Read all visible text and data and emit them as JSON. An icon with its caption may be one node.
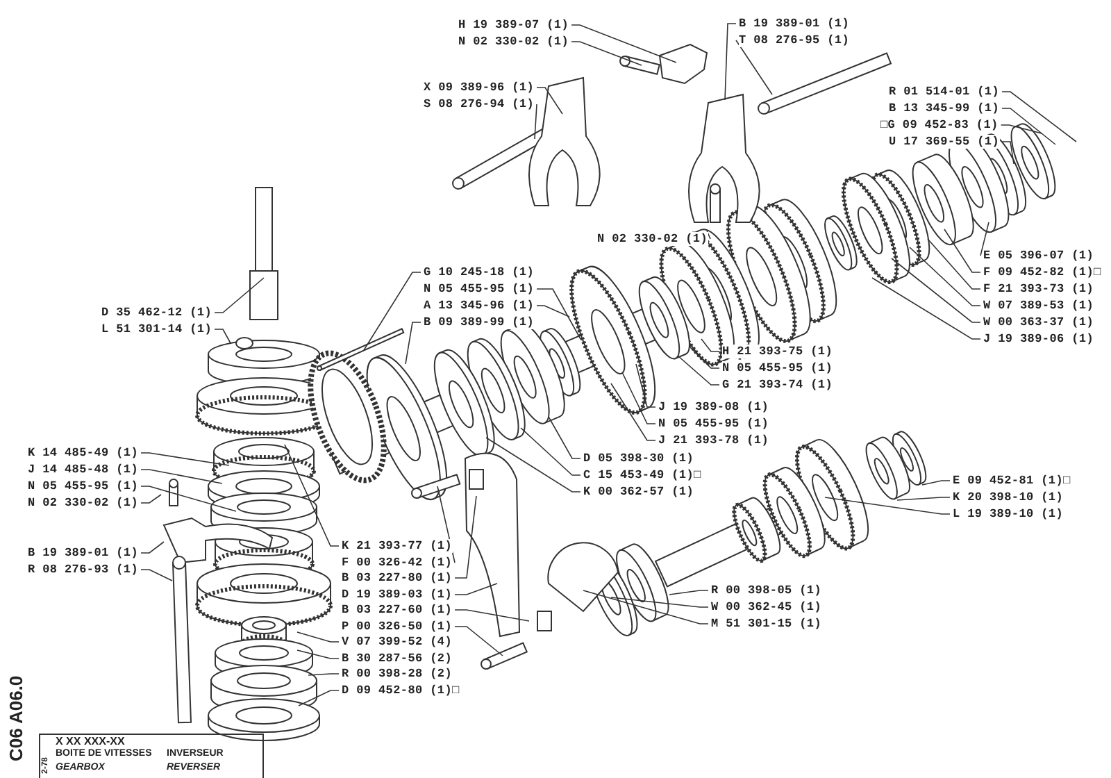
{
  "diagram": {
    "nodes": [
      {
        "text": [
          "H 19 389-07 (1)"
        ]
      },
      {
        "text": [
          "N 02 330-02 (1)"
        ]
      },
      {
        "text": [
          "B 19 389-01 (1)"
        ]
      },
      {
        "text": [
          "T 08 276-95 (1)"
        ]
      },
      {
        "text": [
          "X 09 389-96 (1)"
        ]
      },
      {
        "text": [
          "S 08 276-94 (1)"
        ]
      },
      {
        "text": [
          "N 02 330-02 (1)"
        ]
      },
      {
        "text": [
          "R 01 514-01 (1)"
        ]
      },
      {
        "text": [
          "B 13 345-99 (1)"
        ]
      },
      {
        "text": [
          "□G 09 452-83 (1)"
        ]
      },
      {
        "text": [
          "U 17 369-55 (1)"
        ]
      },
      {
        "text": [
          "E 05 396-07 (1)"
        ]
      },
      {
        "text": [
          "F 09 452-82 (1)□"
        ]
      },
      {
        "text": [
          "F 21 393-73 (1)"
        ]
      },
      {
        "text": [
          "W 07 389-53 (1)"
        ]
      },
      {
        "text": [
          "W 00 363-37 (1)"
        ]
      },
      {
        "text": [
          "J 19 389-06 (1)"
        ]
      },
      {
        "text": [
          "G 10 245-18 (1)"
        ]
      },
      {
        "text": [
          "N 05 455-95 (1)"
        ]
      },
      {
        "text": [
          "A 13 345-96 (1)"
        ]
      },
      {
        "text": [
          "B 09 389-99 (1)"
        ]
      },
      {
        "text": [
          "H 21 393-75 (1)"
        ]
      },
      {
        "text": [
          "N 05 455-95 (1)"
        ]
      },
      {
        "text": [
          "G 21 393-74 (1)"
        ]
      },
      {
        "text": [
          "J 19 389-08 (1)"
        ]
      },
      {
        "text": [
          "N 05 455-95 (1)"
        ]
      },
      {
        "text": [
          "J 21 393-78 (1)"
        ]
      },
      {
        "text": [
          "D 05 398-30 (1)"
        ]
      },
      {
        "text": [
          "C 15 453-49 (1)□"
        ]
      },
      {
        "text": [
          "K 00 362-57 (1)"
        ]
      },
      {
        "text": [
          "D 35 462-12 (1)"
        ]
      },
      {
        "text": [
          "L 51 301-14 (1)"
        ]
      },
      {
        "text": [
          "K 14 485-49 (1)"
        ]
      },
      {
        "text": [
          "J 14 485-48 (1)"
        ]
      },
      {
        "text": [
          "N 05 455-95 (1)"
        ]
      },
      {
        "text": [
          "N 02 330-02 (1)"
        ]
      },
      {
        "text": [
          "B 19 389-01 (1)"
        ]
      },
      {
        "text": [
          "R 08 276-93 (1)"
        ]
      },
      {
        "text": [
          "K 21 393-77 (1)"
        ]
      },
      {
        "text": [
          "F 00 326-42 (1)"
        ]
      },
      {
        "text": [
          "B 03 227-80 (1)"
        ]
      },
      {
        "text": [
          "D 19 389-03 (1)"
        ]
      },
      {
        "text": [
          "B 03 227-60 (1)"
        ]
      },
      {
        "text": [
          "P 00 326-50 (1)"
        ]
      },
      {
        "text": [
          "V 07 399-52 (4)"
        ]
      },
      {
        "text": [
          "B 30 287-56 (2)"
        ]
      },
      {
        "text": [
          "R 00 398-28 (2)"
        ]
      },
      {
        "text": [
          "D 09 452-80 (1)□"
        ]
      },
      {
        "text": [
          "E 09 452-81 (1)□"
        ]
      },
      {
        "text": [
          "K 20 398-10 (1)"
        ]
      },
      {
        "text": [
          "L 19 389-10 (1)"
        ]
      },
      {
        "text": [
          "R 00 398-05 (1)"
        ]
      },
      {
        "text": [
          "W 00 362-45 (1)"
        ]
      },
      {
        "text": [
          "M 51 301-15 (1)"
        ]
      }
    ],
    "edges": [
      {
        "from": 0,
        "to": null,
        "arrow": "none"
      },
      {
        "from": 1,
        "to": null,
        "arrow": "none"
      },
      {
        "from": 2,
        "to": null,
        "arrow": "none"
      },
      {
        "from": 3,
        "to": null,
        "arrow": "none"
      },
      {
        "from": 4,
        "to": null,
        "arrow": "none"
      },
      {
        "from": 5,
        "to": null,
        "arrow": "none"
      },
      {
        "from": 6,
        "to": null,
        "arrow": "none"
      },
      {
        "from": 7,
        "to": null,
        "arrow": "none"
      },
      {
        "from": 8,
        "to": null,
        "arrow": "none"
      },
      {
        "from": 9,
        "to": null,
        "arrow": "none"
      },
      {
        "from": 10,
        "to": null,
        "arrow": "none"
      },
      {
        "from": 11,
        "to": null,
        "arrow": "none"
      },
      {
        "from": 12,
        "to": null,
        "arrow": "none"
      },
      {
        "from": 13,
        "to": null,
        "arrow": "none"
      },
      {
        "from": 14,
        "to": null,
        "arrow": "none"
      },
      {
        "from": 15,
        "to": null,
        "arrow": "none"
      },
      {
        "from": 16,
        "to": null,
        "arrow": "none"
      },
      {
        "from": 17,
        "to": null,
        "arrow": "none"
      },
      {
        "from": 18,
        "to": null,
        "arrow": "none"
      },
      {
        "from": 19,
        "to": null,
        "arrow": "none"
      },
      {
        "from": 20,
        "to": null,
        "arrow": "none"
      },
      {
        "from": 21,
        "to": null,
        "arrow": "none"
      },
      {
        "from": 22,
        "to": null,
        "arrow": "none"
      },
      {
        "from": 23,
        "to": null,
        "arrow": "none"
      },
      {
        "from": 24,
        "to": null,
        "arrow": "none"
      },
      {
        "from": 25,
        "to": null,
        "arrow": "none"
      },
      {
        "from": 26,
        "to": null,
        "arrow": "none"
      },
      {
        "from": 27,
        "to": null,
        "arrow": "none"
      },
      {
        "from": 28,
        "to": null,
        "arrow": "none"
      },
      {
        "from": 29,
        "to": null,
        "arrow": "none"
      },
      {
        "from": 30,
        "to": null,
        "arrow": "none"
      },
      {
        "from": 31,
        "to": null,
        "arrow": "none"
      },
      {
        "from": 32,
        "to": null,
        "arrow": "none"
      },
      {
        "from": 33,
        "to": null,
        "arrow": "none"
      },
      {
        "from": 34,
        "to": null,
        "arrow": "none"
      },
      {
        "from": 35,
        "to": null,
        "arrow": "none"
      },
      {
        "from": 36,
        "to": null,
        "arrow": "none"
      },
      {
        "from": 37,
        "to": null,
        "arrow": "none"
      },
      {
        "from": 38,
        "to": null,
        "arrow": "none"
      },
      {
        "from": 39,
        "to": null,
        "arrow": "none"
      },
      {
        "from": 40,
        "to": null,
        "arrow": "none"
      },
      {
        "from": 41,
        "to": null,
        "arrow": "none"
      },
      {
        "from": 42,
        "to": null,
        "arrow": "none"
      },
      {
        "from": 43,
        "to": null,
        "arrow": "none"
      },
      {
        "from": 44,
        "to": null,
        "arrow": "none"
      },
      {
        "from": 45,
        "to": null,
        "arrow": "none"
      },
      {
        "from": 46,
        "to": null,
        "arrow": "none"
      },
      {
        "from": 47,
        "to": null,
        "arrow": "none"
      },
      {
        "from": 48,
        "to": null,
        "arrow": "none"
      },
      {
        "from": 49,
        "to": null,
        "arrow": "none"
      },
      {
        "from": 50,
        "to": null,
        "arrow": "none"
      },
      {
        "from": 51,
        "to": null,
        "arrow": "none"
      },
      {
        "from": 52,
        "to": null,
        "arrow": "none"
      },
      {
        "from": 53,
        "to": null,
        "arrow": "none"
      }
    ],
    "labels": [
      "C06 A06.0",
      "X XX XXX-XX",
      "2-78",
      "BOITE DE VITESSES",
      "INVERSEUR",
      "GEARBOX",
      "REVERSER"
    ]
  }
}
